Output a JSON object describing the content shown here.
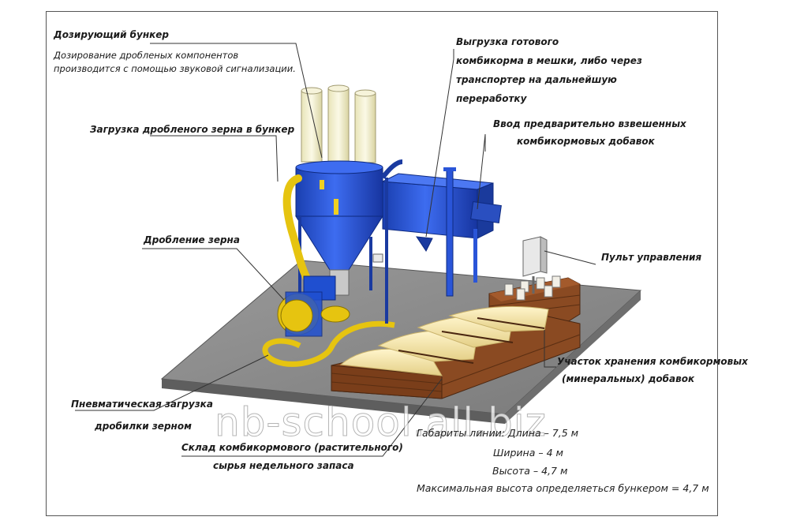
{
  "labels": {
    "dosing_hopper_title": "Дозирующий бункер",
    "dosing_hopper_desc_1": "Дозирование дробленых компонентов",
    "dosing_hopper_desc_2": "производится с помощью звуковой сигнализации.",
    "loading_grain": "Загрузка дробленого зерна в бункер",
    "grain_crushing": "Дробление зерна",
    "pneumatic_loading_1": "Пневматическая загрузка",
    "pneumatic_loading_2": "дробилки зерном",
    "storage_1": "Склад комбикормового (растительного)",
    "storage_2": "сырья недельного запаса",
    "unloading_1": "Выгрузка готового",
    "unloading_2": "комбикорма в мешки, либо через",
    "unloading_3": "транспортер на дальнейшую",
    "unloading_4": "переработку",
    "additives_input_1": "Ввод предварительно взвешенных",
    "additives_input_2": "комбикормовых добавок",
    "control_panel": "Пульт управления",
    "additives_storage_1": "Участок хранения комбикормовых",
    "additives_storage_2": "(минеральных) добавок"
  },
  "dimensions": {
    "length": "Габариты линии: Длина – 7,5 м",
    "width": "Ширина – 4 м",
    "height": "Высота – 4,7 м",
    "max_height": "Максимальная высота определяеться бункером = 4,7 м"
  },
  "watermark": "nb-school.all.biz",
  "colors": {
    "machine_blue": "#1f4fd0",
    "auger_yellow": "#e6c410",
    "floor_grey": "#8c8c8c",
    "wood_brown": "#8a4a22",
    "grain": "#efe0a8"
  }
}
